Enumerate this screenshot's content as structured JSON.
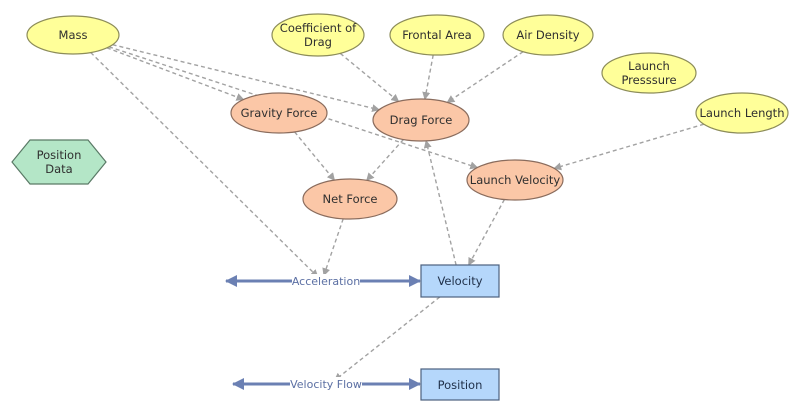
{
  "palette": {
    "variable_fill": "#ffff99",
    "variable_stroke": "#8c8c59",
    "converter_fill": "#fbc7a7",
    "converter_stroke": "#8a6c5d",
    "stock_fill": "#b5d7fb",
    "stock_stroke": "#4c607e",
    "data_fill": "#b4e6c7",
    "data_stroke": "#5a7a66",
    "flow_color": "#6b80b3",
    "link_color": "#a2a2a2"
  },
  "nodes": {
    "mass": {
      "lines": [
        "Mass"
      ]
    },
    "coefficient_of_drag": {
      "lines": [
        "Coefficient of",
        "Drag"
      ]
    },
    "frontal_area": {
      "lines": [
        "Frontal Area"
      ]
    },
    "air_density": {
      "lines": [
        "Air Density"
      ]
    },
    "launch_pressure": {
      "lines": [
        "Launch",
        "Presssure"
      ]
    },
    "launch_length": {
      "lines": [
        "Launch Length"
      ]
    },
    "gravity_force": {
      "lines": [
        "Gravity Force"
      ]
    },
    "drag_force": {
      "lines": [
        "Drag Force"
      ]
    },
    "net_force": {
      "lines": [
        "Net Force"
      ]
    },
    "launch_velocity": {
      "lines": [
        "Launch Velocity"
      ]
    },
    "position_data": {
      "lines": [
        "Position",
        "Data"
      ]
    }
  },
  "stocks": {
    "velocity": "Velocity",
    "position": "Position"
  },
  "flows": {
    "acceleration": "Acceleration",
    "velocity_flow": "Velocity Flow"
  },
  "links": [
    {
      "from": "mass",
      "to": "gravity_force"
    },
    {
      "from": "mass",
      "to": "drag_force"
    },
    {
      "from": "mass",
      "to": "launch_velocity"
    },
    {
      "from": "mass",
      "to": "acceleration"
    },
    {
      "from": "coefficient_of_drag",
      "to": "drag_force"
    },
    {
      "from": "frontal_area",
      "to": "drag_force"
    },
    {
      "from": "air_density",
      "to": "drag_force"
    },
    {
      "from": "launch_length",
      "to": "launch_velocity"
    },
    {
      "from": "gravity_force",
      "to": "net_force"
    },
    {
      "from": "drag_force",
      "to": "net_force"
    },
    {
      "from": "net_force",
      "to": "acceleration"
    },
    {
      "from": "velocity",
      "to": "drag_force"
    },
    {
      "from": "launch_velocity",
      "to": "velocity"
    },
    {
      "from": "velocity",
      "to": "velocity_flow"
    }
  ]
}
